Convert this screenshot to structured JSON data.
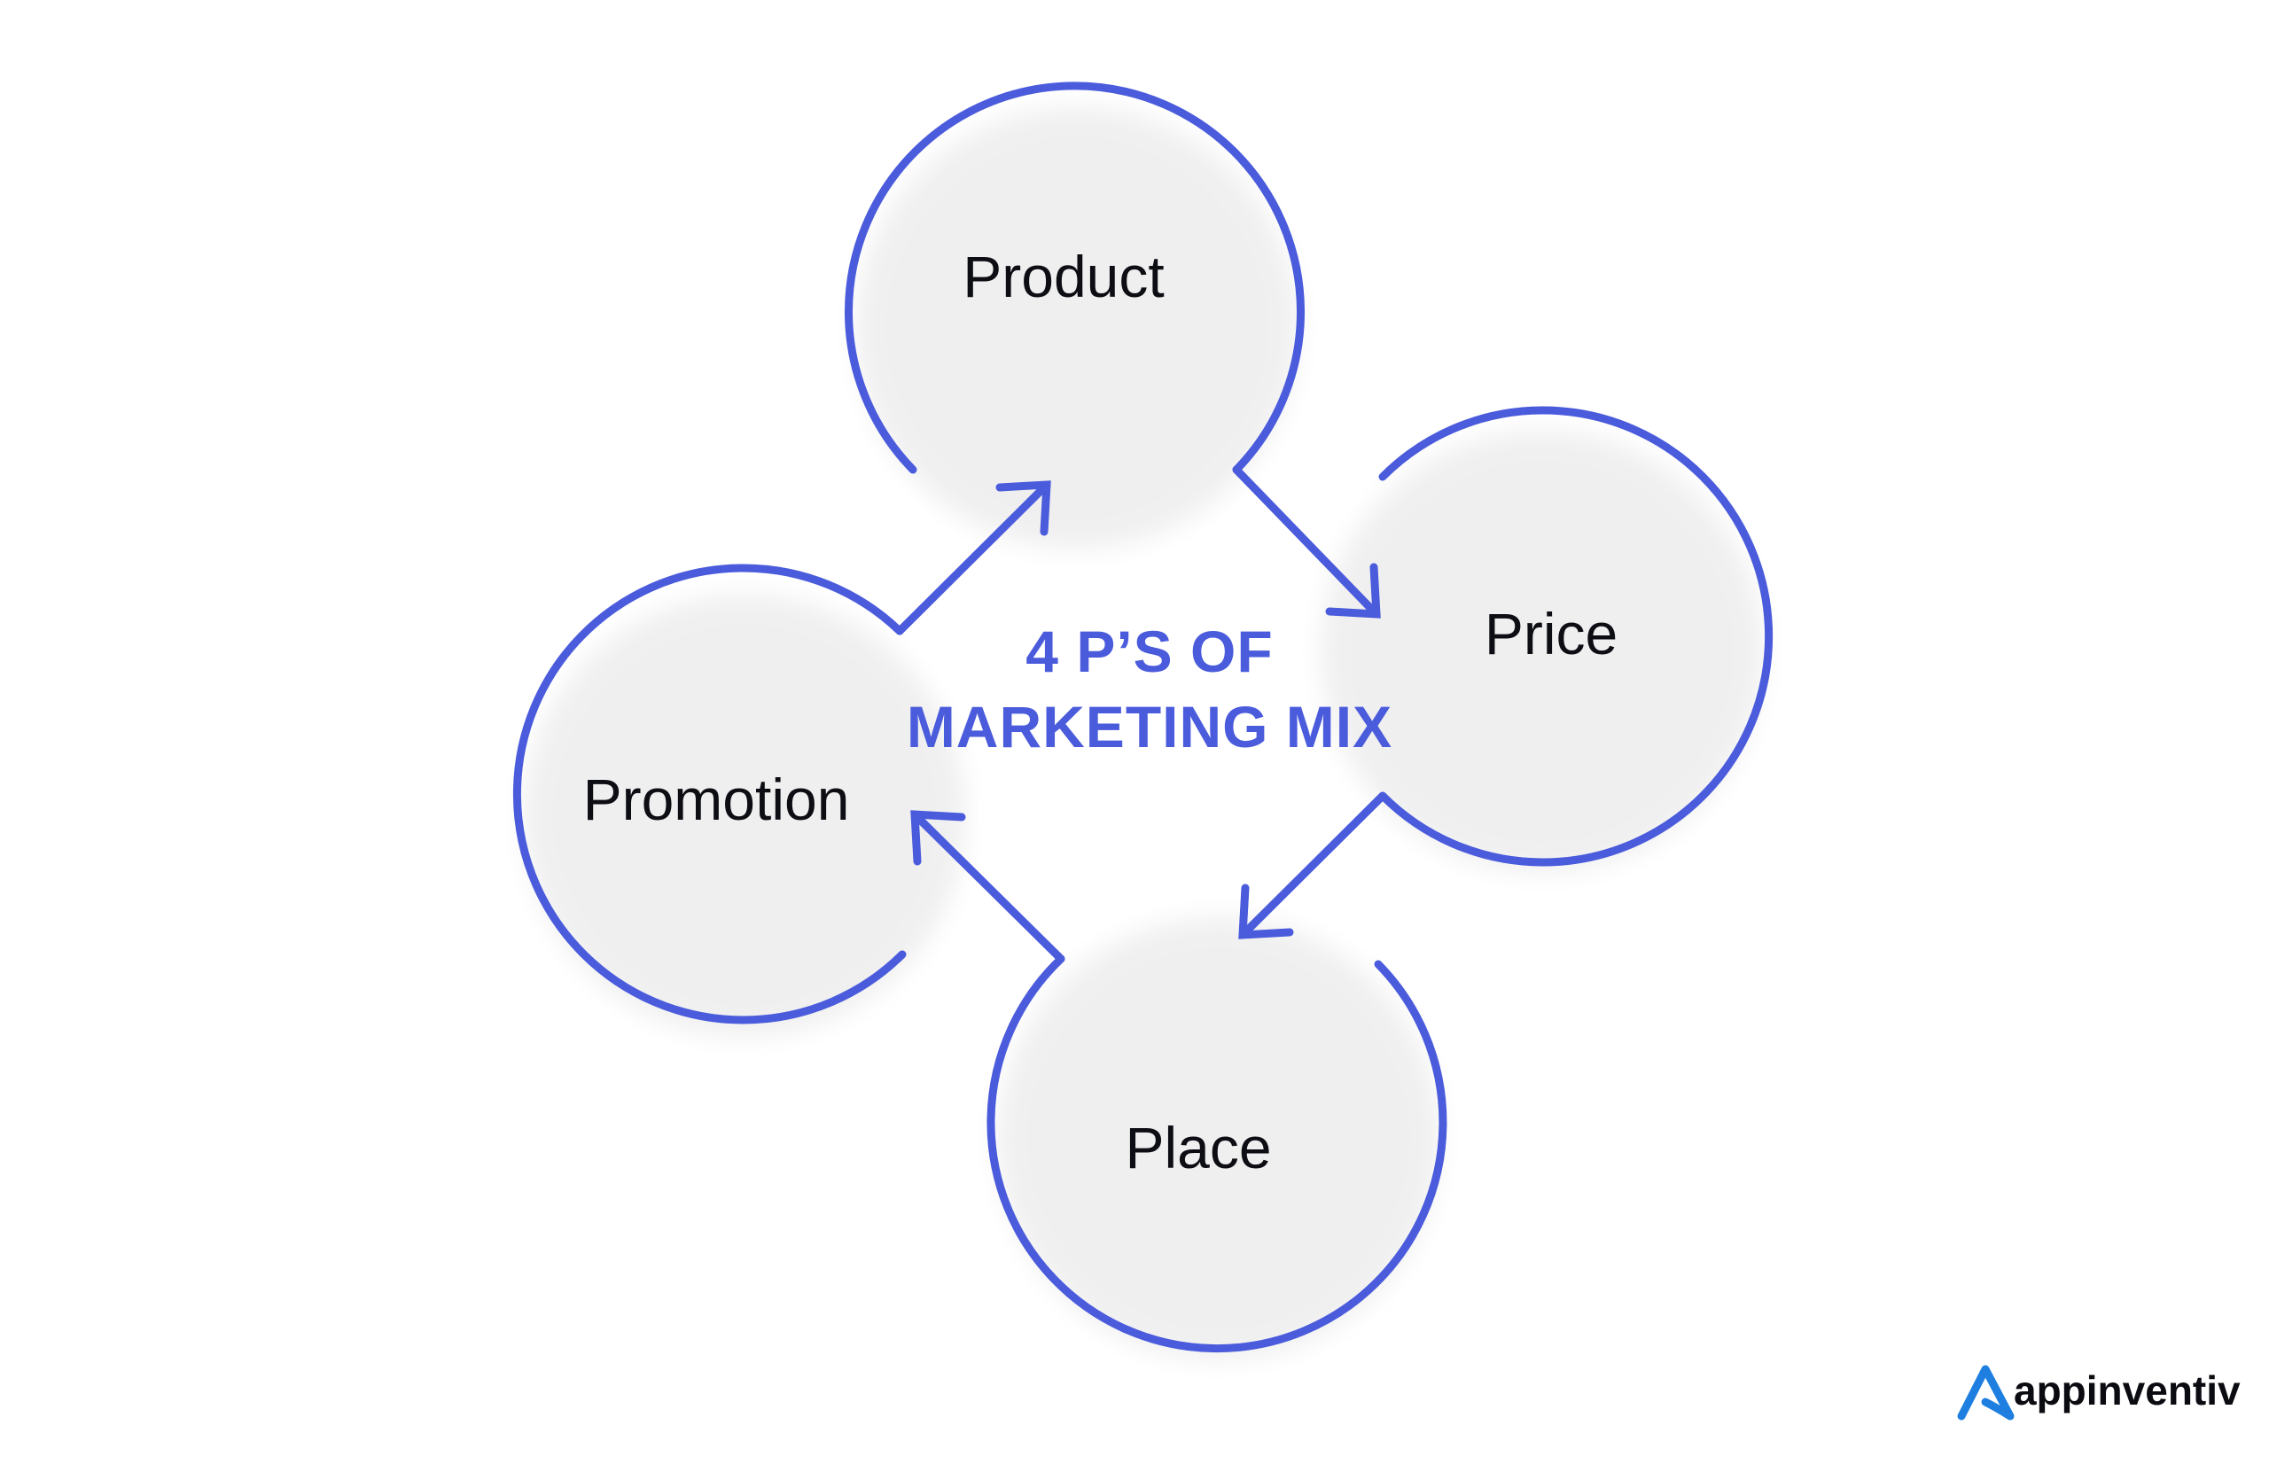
{
  "diagram": {
    "center_title": {
      "line1": "4 P’S OF",
      "line2": "MARKETING MIX"
    },
    "nodes": [
      {
        "id": "product",
        "label": "Product"
      },
      {
        "id": "price",
        "label": "Price"
      },
      {
        "id": "place",
        "label": "Place"
      },
      {
        "id": "promotion",
        "label": "Promotion"
      }
    ],
    "flow": [
      "product",
      "price",
      "place",
      "promotion",
      "product"
    ]
  },
  "brand": {
    "logo_text": "appinventiv",
    "logo_icon": "appinventiv-a-icon"
  },
  "colors": {
    "accent": "#4a5bdc",
    "text": "#0d0d14",
    "logo_blue": "#1e7fe0",
    "background": "#ffffff"
  }
}
